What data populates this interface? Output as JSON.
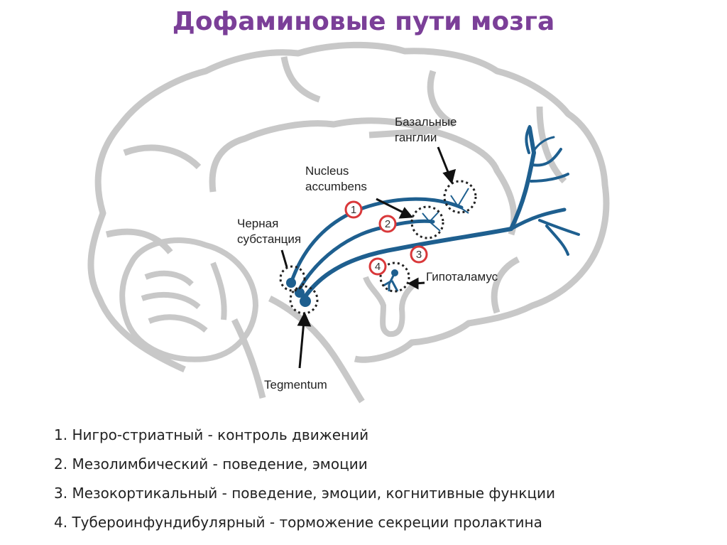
{
  "title": "Дофаминовые пути мозга",
  "colors": {
    "title": "#7b3f98",
    "brain_outline": "#c8c8c8",
    "pathway": "#1e5f8f",
    "marker_ring": "#d9383a"
  },
  "labels": {
    "basal_ganglia_line1": "Базальные",
    "basal_ganglia_line2": "ганглии",
    "nucleus_accumbens_line1": "Nucleus",
    "nucleus_accumbens_line2": "accumbens",
    "substantia_nigra_line1": "Черная",
    "substantia_nigra_line2": "субстанция",
    "hypothalamus": "Гипоталамус",
    "tegmentum": "Tegmentum"
  },
  "markers": [
    "1",
    "2",
    "3",
    "4"
  ],
  "legend": [
    "1. Нигро-стриатный - контроль движений",
    "2. Мезолимбический - поведение, эмоции",
    "3. Мезокортикальный - поведение, эмоции, когнитивные функции",
    "4. Тубероинфундибулярный - торможение  секреции пролактина"
  ]
}
